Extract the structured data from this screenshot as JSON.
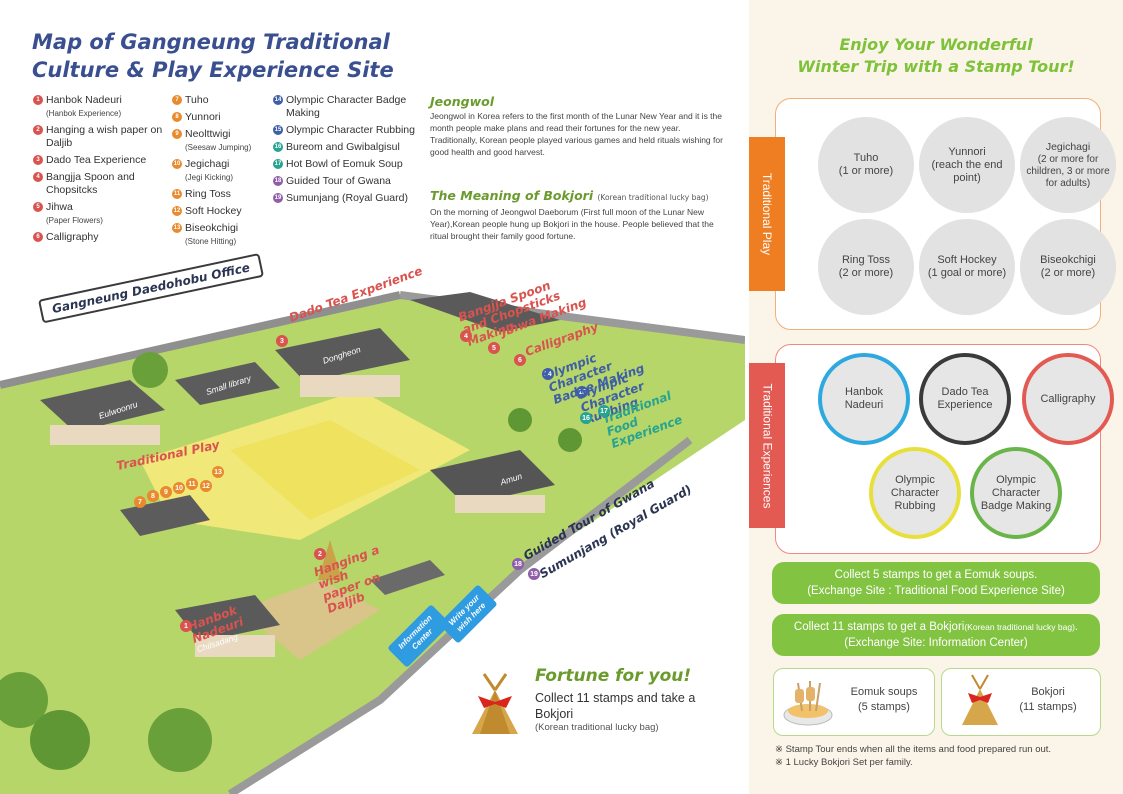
{
  "title": {
    "line1": "Map of Gangneung Traditional",
    "line2": "Culture & Play Experience Site"
  },
  "legend": {
    "col1": [
      {
        "num": "1",
        "label": "Hanbok Nadeuri",
        "sub": "(Hanbok Experience)",
        "color": "#d9534f"
      },
      {
        "num": "2",
        "label": "Hanging a wish paper on Daljib",
        "sub": "",
        "color": "#d9534f"
      },
      {
        "num": "3",
        "label": "Dado Tea Experience",
        "sub": "",
        "color": "#d9534f"
      },
      {
        "num": "4",
        "label": "Bangjja Spoon and Chopsitcks",
        "sub": "",
        "color": "#d9534f"
      },
      {
        "num": "5",
        "label": "Jihwa",
        "sub": "(Paper Flowers)",
        "color": "#d9534f"
      },
      {
        "num": "6",
        "label": "Calligraphy",
        "sub": "",
        "color": "#d9534f"
      }
    ],
    "col2": [
      {
        "num": "7",
        "label": "Tuho",
        "sub": "",
        "color": "#e88a2d"
      },
      {
        "num": "8",
        "label": "Yunnori",
        "sub": "",
        "color": "#e88a2d"
      },
      {
        "num": "9",
        "label": "Neolttwigi",
        "sub": "(Seesaw Jumping)",
        "color": "#e88a2d"
      },
      {
        "num": "10",
        "label": "Jegichagi",
        "sub": "(Jegi Kicking)",
        "color": "#e88a2d"
      },
      {
        "num": "11",
        "label": "Ring Toss",
        "sub": "",
        "color": "#e88a2d"
      },
      {
        "num": "12",
        "label": "Soft Hockey",
        "sub": "",
        "color": "#e88a2d"
      },
      {
        "num": "13",
        "label": "Biseokchigi",
        "sub": "(Stone Hitting)",
        "color": "#e88a2d"
      }
    ],
    "col3": [
      {
        "num": "14",
        "label": "Olympic Character Badge Making",
        "sub": "",
        "color": "#3e5fa6"
      },
      {
        "num": "15",
        "label": "Olympic Character Rubbing",
        "sub": "",
        "color": "#3e5fa6"
      },
      {
        "num": "16",
        "label": "Bureom and Gwibalgisul",
        "sub": "",
        "color": "#27a38f"
      },
      {
        "num": "17",
        "label": "Hot Bowl of Eomuk Soup",
        "sub": "",
        "color": "#27a38f"
      },
      {
        "num": "18",
        "label": "Guided Tour of Gwana",
        "sub": "",
        "color": "#8e5fa8"
      },
      {
        "num": "19",
        "label": "Sumunjang (Royal Guard)",
        "sub": "",
        "color": "#8e5fa8"
      }
    ]
  },
  "jeongwol": {
    "title": "Jeongwol",
    "text": "Jeongwol in Korea refers to the first month of the Lunar New Year and it is the month people make plans and read their fortunes for the new year. Traditionally, Korean people played various games and held rituals wishing for good health and good harvest."
  },
  "bokjori": {
    "title": "The Meaning of Bokjori",
    "title_note": "(Korean traditional lucky bag)",
    "text": "On the morning of Jeongwol Daeborum (First full moon of the Lunar New Year),Korean people hung up Bokjori in the house. People believed that the ritual brought their family good fortune."
  },
  "map": {
    "office": "Gangneung Daedohobu Office",
    "buildings": {
      "eulwoonru": "Eulwoonru",
      "small_library": "Small library",
      "dongheon": "Dongheon",
      "amun": "Amun",
      "chilsadang": "Chilsadang"
    },
    "labels": {
      "dado": "Dado Tea Experience",
      "bangjja": "Bangjja Spoon and Chopsticks Making",
      "jihwa": "Jihwa Making",
      "calligraphy": "Calligraphy",
      "badge": "Olympic Character Badge Making",
      "rubbing": "Olympic Character Rubbing",
      "food": "Traditional Food Experience",
      "play": "Traditional Play",
      "wish": "Hanging a wish paper on Daljib",
      "hanbok": "Hanbok Nadeuri",
      "tour": "Guided Tour of Gwana",
      "guard": "Sumunjang (Royal Guard)"
    },
    "signs": {
      "info": "Information Center",
      "wish": "Write your wish here"
    }
  },
  "fortune": {
    "title": "Fortune for you!",
    "text": "Collect 11 stamps and take a Bokjori",
    "note": "(Korean traditional lucky bag)"
  },
  "panel": {
    "title_line1": "Enjoy Your Wonderful",
    "title_line2": "Winter Trip with a Stamp Tour!",
    "play_tab": "Traditional Play",
    "exp_tab": "Traditional Experiences",
    "play": [
      {
        "name": "Tuho",
        "sub": "(1 or more)"
      },
      {
        "name": "Yunnori",
        "sub": "(reach the end point)"
      },
      {
        "name": "Jegichagi",
        "sub": "(2 or more for children, 3 or more for adults)"
      },
      {
        "name": "Ring Toss",
        "sub": "(2 or more)"
      },
      {
        "name": "Soft Hockey",
        "sub": "(1 goal or more)"
      },
      {
        "name": "Biseokchigi",
        "sub": "(2 or more)"
      }
    ],
    "exp": [
      {
        "name": "Hanbok Nadeuri",
        "color": "#2ea9e0"
      },
      {
        "name": "Dado Tea Experience",
        "color": "#3a3a3a"
      },
      {
        "name": "Calligraphy",
        "color": "#e25a52"
      },
      {
        "name": "Olympic Character Rubbing",
        "color": "#e8e03a"
      },
      {
        "name": "Olympic Character Badge Making",
        "color": "#6ab54a"
      }
    ],
    "pill1_line1": "Collect 5 stamps to get a Eomuk soups.",
    "pill1_line2": "(Exchange Site : Traditional Food Experience Site)",
    "pill2_line1a": "Collect 11 stamps to get a Bokjori",
    "pill2_line1b": "(Korean traditional lucky bag)",
    "pill2_line1c": ".",
    "pill2_line2": "(Exchange Site: Information Center)",
    "reward1_name": "Eomuk soups",
    "reward1_sub": "(5 stamps)",
    "reward2_name": "Bokjori",
    "reward2_sub": "(11 stamps)",
    "note1": "※ Stamp Tour ends when all the items and food prepared run out.",
    "note2": "※ 1 Lucky Bokjori Set per family."
  },
  "colors": {
    "title": "#3a4f8f",
    "green": "#6a9b2c",
    "panel_bg": "#fbf4e8",
    "play_tab": "#ef7d22",
    "exp_tab": "#e25a52",
    "pill": "#82c341"
  }
}
